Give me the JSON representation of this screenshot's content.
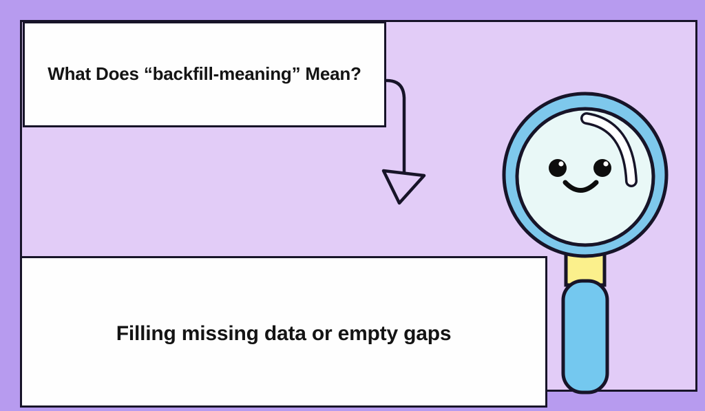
{
  "graphic": {
    "kind": "infographic-flow-diagram",
    "background_color": "#b79bef",
    "panel_color": "#e2ccf7",
    "outline_color": "#171428",
    "box_fill": "#fefefe"
  },
  "question_box": {
    "text": "What Does “backfill-meaning” Mean?"
  },
  "answer_box": {
    "text": "Filling missing data or empty gaps"
  },
  "arrow": {
    "name": "curved-down-arrow",
    "stroke_color": "#171428",
    "direction": "down"
  },
  "magnifier": {
    "name": "smiling-magnifying-glass",
    "ring_color": "#7ec8ec",
    "lens_color": "#e9f8f7",
    "connector_color": "#fbf08c",
    "handle_color": "#74c8ef",
    "outline_color": "#171428",
    "face": {
      "eyes": 2,
      "expression": "smile"
    },
    "shine": "white-crescent-highlight"
  }
}
